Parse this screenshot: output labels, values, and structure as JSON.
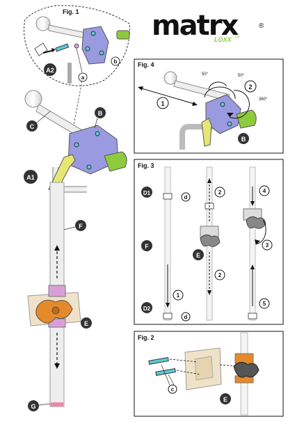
{
  "brand": {
    "name": "matrx",
    "sub": "LOXX",
    "tm": "TM",
    "reg": "®"
  },
  "figures": {
    "fig1": {
      "title": "Fig. 1",
      "labels": {
        "A2": "A2",
        "a": "a",
        "b": "b"
      }
    },
    "fig4": {
      "title": "Fig. 4",
      "labels": {
        "one": "1",
        "two": "2",
        "B": "B"
      },
      "angles": {
        "left": "50°",
        "right": "50°",
        "full": "360°"
      }
    },
    "fig3": {
      "title": "Fig. 3",
      "labels": {
        "D1": "D1",
        "d_top": "d",
        "F": "F",
        "E": "E",
        "D2": "D2",
        "d_bottom": "d",
        "n1": "1",
        "n2a": "2",
        "n2b": "2",
        "n3": "3",
        "n4": "4",
        "n5": "5"
      }
    },
    "fig2": {
      "title": "Fig. 2",
      "labels": {
        "c": "c",
        "E": "E"
      }
    }
  },
  "main": {
    "labels": {
      "C": "C",
      "B": "B",
      "A1": "A1",
      "F": "F",
      "E": "E",
      "G": "G"
    }
  },
  "colors": {
    "purple": "#9a9ae0",
    "green": "#8dcb3d",
    "yellow": "#e6e675",
    "orange": "#e58a2a",
    "pink": "#d8a0d8",
    "beige": "#f0e2c8",
    "cyan": "#5cc9d9",
    "black": "#111111"
  }
}
